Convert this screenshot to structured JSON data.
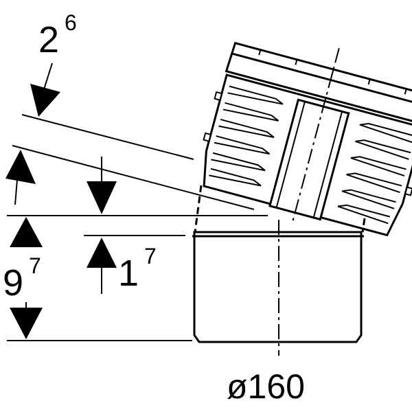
{
  "diagram": {
    "dimensions": {
      "top": {
        "main": "2",
        "sup": "6"
      },
      "left": {
        "main": "9",
        "sup": "7"
      },
      "inner": {
        "main": "1",
        "sup": "7"
      },
      "diameter": "ø160"
    },
    "colors": {
      "line": "#000000",
      "background": "#ffffff"
    }
  }
}
